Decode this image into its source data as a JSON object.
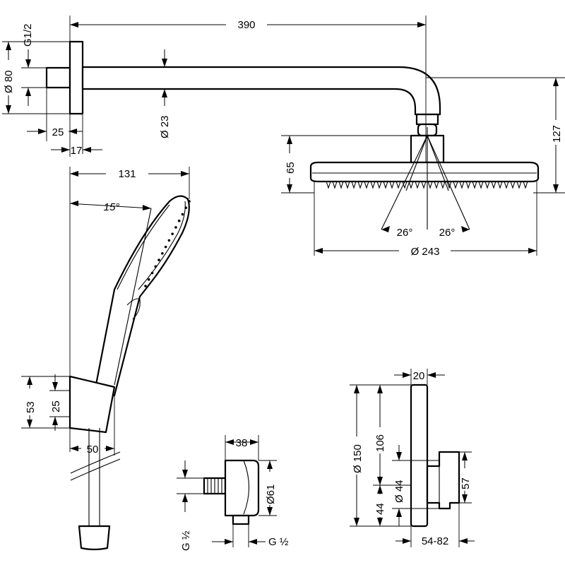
{
  "colors": {
    "line": "#000000",
    "background": "#ffffff"
  },
  "overhead_shower": {
    "arm_length": "390",
    "thread": "G1/2",
    "flange_diameter": "Ø 80",
    "arm_diameter": "Ø 23",
    "flange_depth": "25",
    "flange_offset": "17",
    "head_height": "65",
    "total_drop": "127",
    "spray_angle_left": "26°",
    "spray_angle_right": "26°",
    "head_diameter": "Ø 243"
  },
  "hand_shower": {
    "width": "131",
    "tilt_angle": "15°",
    "holder_height": "53",
    "holder_center": "25",
    "holder_depth": "50"
  },
  "wall_outlet": {
    "depth": "38",
    "diameter": "Ø61",
    "thread_in": "G ½",
    "thread_out": "G ½"
  },
  "thermostat": {
    "plate_depth": "20",
    "plate_height": "Ø 150",
    "upper_offset": "106",
    "center_lower": "Ø 44",
    "lower_offset": "44",
    "knob_height": "57",
    "projection": "54-82"
  }
}
